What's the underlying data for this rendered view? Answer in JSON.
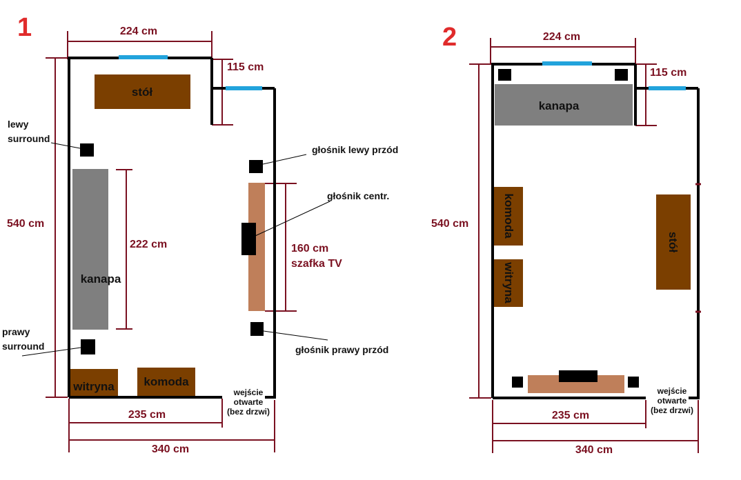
{
  "colors": {
    "wall": "#000000",
    "dimension": "#7a1020",
    "window": "#22a3dc",
    "number": "#e02b2b",
    "brown": "#7b3f00",
    "tv_cabinet": "#bf7f5a",
    "sofa": "#7f7f7f",
    "speaker": "#000000"
  },
  "plan1": {
    "number": "1",
    "dims": {
      "top_width": "224 cm",
      "alcove": "115 cm",
      "left_height": "540 cm",
      "sofa_length": "222 cm",
      "tv_width": "160 cm",
      "bottom_inner": "235 cm",
      "bottom_total": "340 cm"
    },
    "furniture": {
      "table": "stół",
      "sofa": "kanapa",
      "cabinet_tv": "szafka TV",
      "display_case": "witryna",
      "dresser": "komoda"
    },
    "labels": {
      "left_surround_line1": "lewy",
      "left_surround_line2": "surround",
      "right_surround_line1": "prawy",
      "right_surround_line2": "surround",
      "front_left": "głośnik lewy przód",
      "center": "głośnik centr.",
      "front_right": "głośnik prawy przód",
      "entrance_line1": "wejście",
      "entrance_line2": "otwarte",
      "entrance_line3": "(bez drzwi)"
    }
  },
  "plan2": {
    "number": "2",
    "dims": {
      "top_width": "224 cm",
      "alcove": "115 cm",
      "left_height": "540 cm",
      "bottom_inner": "235 cm",
      "bottom_total": "340 cm"
    },
    "furniture": {
      "sofa": "kanapa",
      "dresser": "komoda",
      "display_case": "witryna",
      "table": "stół"
    },
    "labels": {
      "entrance_line1": "wejście",
      "entrance_line2": "otwarte",
      "entrance_line3": "(bez drzwi)"
    }
  }
}
